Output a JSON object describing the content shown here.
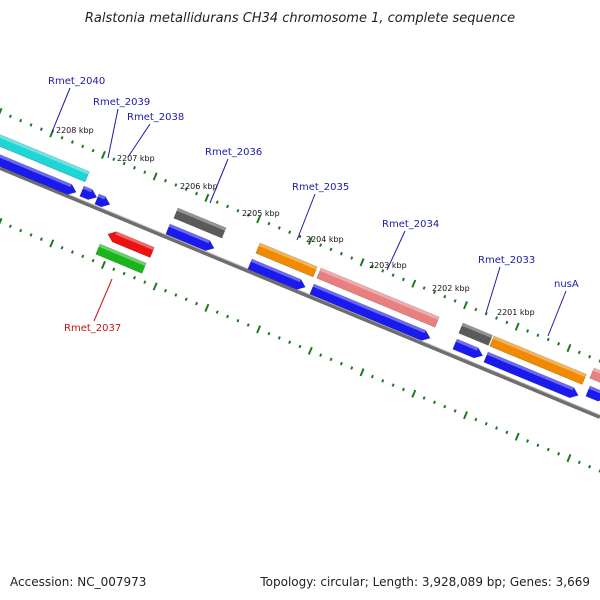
{
  "title": "Ralstonia metallidurans CH34 chromosome 1, complete sequence",
  "footer": {
    "accession": "Accession: NC_007973",
    "summary": "Topology: circular; Length: 3,928,089 bp; Genes: 3,669"
  },
  "colors": {
    "backbone": "#7a7a7a",
    "tick": "#1f7a1f",
    "label_blue": "#1a1aa8",
    "label_red": "#cc1111"
  },
  "kbp_labels": [
    "2208 kbp",
    "2207 kbp",
    "2206 kbp",
    "2205 kbp",
    "2204 kbp",
    "2203 kbp",
    "2202 kbp",
    "2201 kbp"
  ],
  "genes": [
    {
      "name": "Rmet_2040",
      "color": "#1fd6d6",
      "strand": "forward"
    },
    {
      "name": "Rmet_2039",
      "color": "#1a1aee",
      "strand": "forward"
    },
    {
      "name": "Rmet_2038",
      "color": "#1a1aee",
      "strand": "forward"
    },
    {
      "name": "Rmet_2037",
      "color": "#1ab51a",
      "strand": "reverse"
    },
    {
      "name": "Rmet_2036",
      "color": "#5a5a5a",
      "strand": "forward"
    },
    {
      "name": "Rmet_2035",
      "color": "#f08a00",
      "strand": "forward"
    },
    {
      "name": "Rmet_2034",
      "color": "#e88080",
      "strand": "forward"
    },
    {
      "name": "Rmet_2033",
      "color": "#5a5a5a",
      "strand": "forward"
    },
    {
      "name": "nusA",
      "color": "#f08a00",
      "strand": "forward"
    }
  ]
}
